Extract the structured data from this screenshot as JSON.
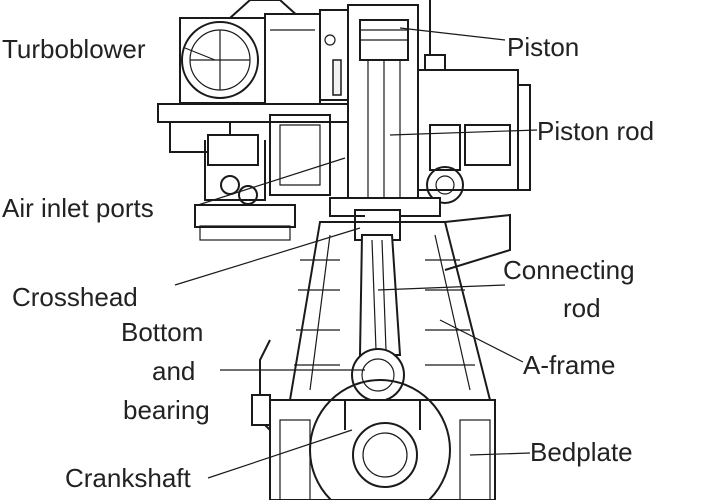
{
  "labels": {
    "turboblower": "Turboblower",
    "piston": "Piston",
    "piston_rod": "Piston rod",
    "air_inlet_ports": "Air inlet ports",
    "connecting_rod_line1": "Connecting",
    "connecting_rod_line2": "rod",
    "crosshead": "Crosshead",
    "bottom_end_bearing_line1": "Bottom",
    "bottom_end_bearing_line2": "and",
    "bottom_end_bearing_line3": "bearing",
    "a_frame": "A-frame",
    "crankshaft": "Crankshaft",
    "bedplate": "Bedplate"
  }
}
